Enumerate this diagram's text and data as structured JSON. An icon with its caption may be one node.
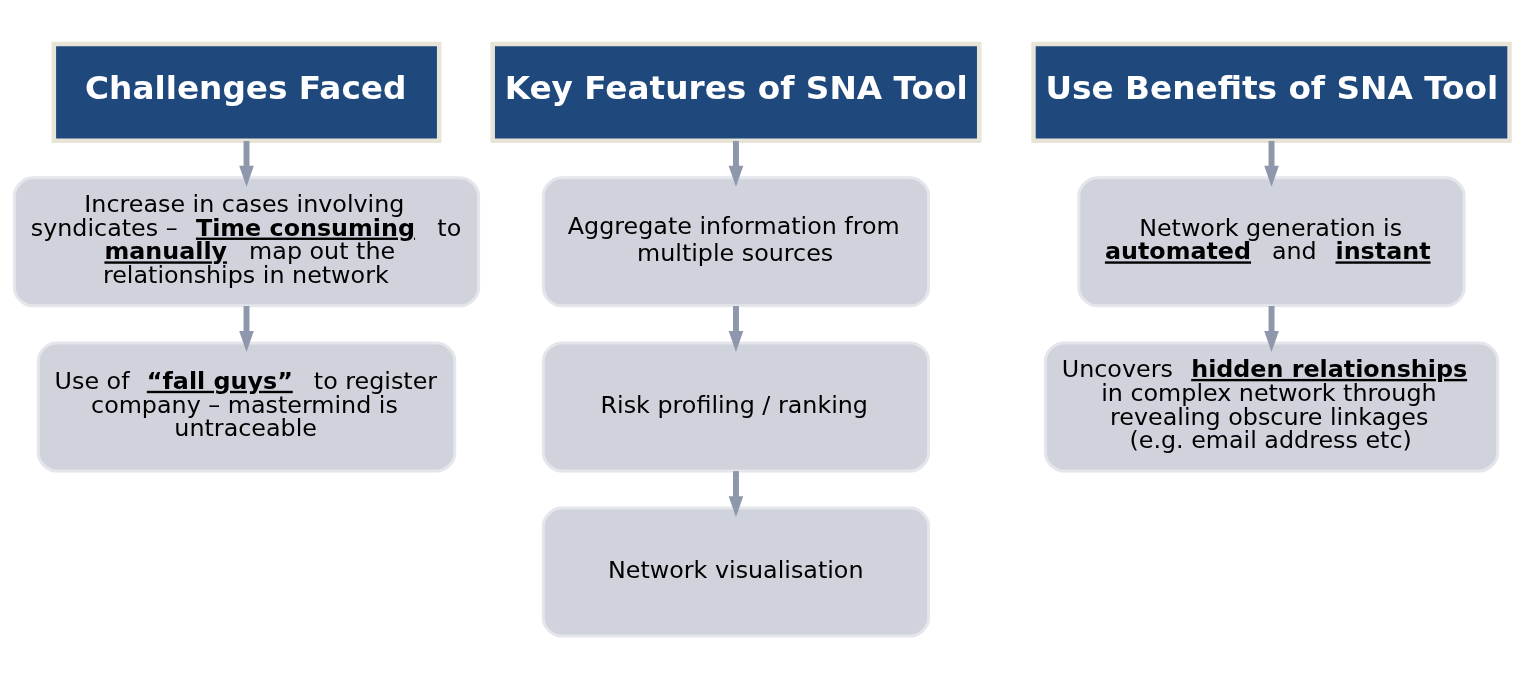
{
  "diagram": {
    "nodes": [
      {
        "text": [
          "Challenges Faced"
        ]
      },
      {
        "text": [
          "Increase in cases involving syndicates – **Time consuming** to **manually** map out the relationships in network"
        ]
      },
      {
        "text": [
          "Use of **“fall guys”** to register company – mastermind is untraceable"
        ]
      },
      {
        "text": [
          "Key Features of SNA Tool"
        ]
      },
      {
        "text": [
          "Aggregate information from multiple sources"
        ]
      },
      {
        "text": [
          "Risk profiling / ranking"
        ]
      },
      {
        "text": [
          "Network visualisation"
        ]
      },
      {
        "text": [
          "Use Benefits of SNA Tool"
        ]
      },
      {
        "text": [
          "Network generation is **automated** and **instant**"
        ]
      },
      {
        "text": [
          "Uncovers **hidden relationships** in complex network through revealing  obscure linkages (e.g. email address etc)"
        ]
      }
    ],
    "edges": [
      {
        "from": 0,
        "to": 1,
        "arrow": "to"
      },
      {
        "from": 1,
        "to": 2,
        "arrow": "to"
      },
      {
        "from": 3,
        "to": 4,
        "arrow": "to"
      },
      {
        "from": 4,
        "to": 5,
        "arrow": "to"
      },
      {
        "from": 5,
        "to": 6,
        "arrow": "to"
      },
      {
        "from": 7,
        "to": 8,
        "arrow": "to"
      },
      {
        "from": 8,
        "to": 9,
        "arrow": "to"
      }
    ]
  }
}
